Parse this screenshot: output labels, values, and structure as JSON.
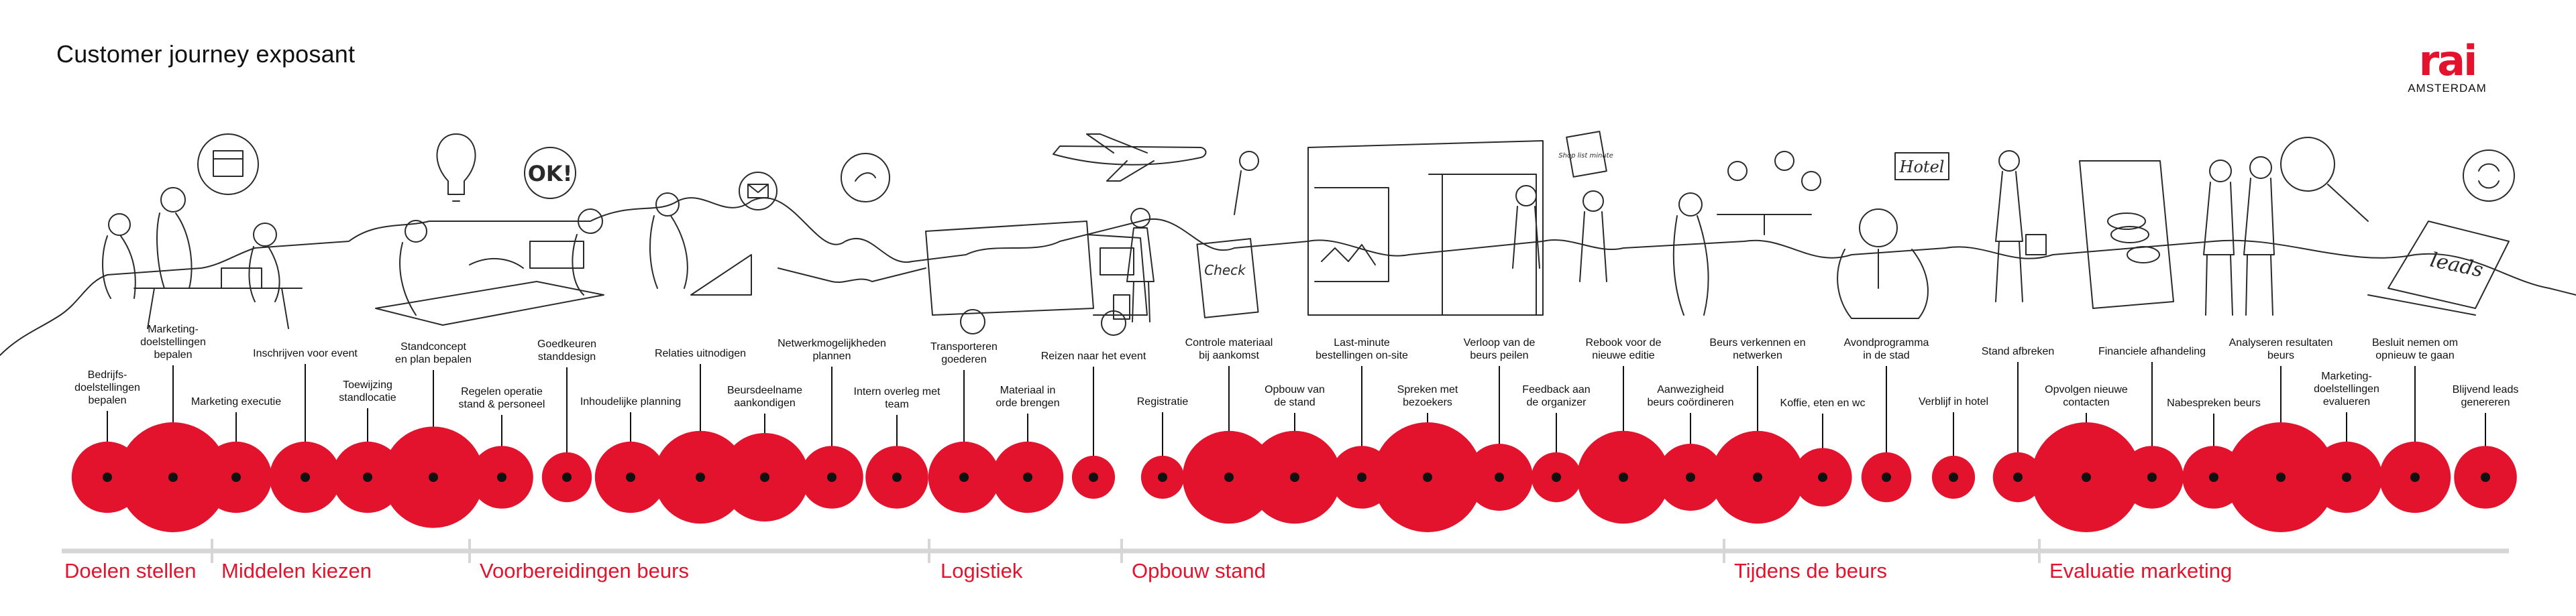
{
  "title": "Customer journey exposant",
  "logo": {
    "wordmark": "rai",
    "subtitle": "AMSTERDAM"
  },
  "colors": {
    "accent": "#e3132d",
    "axis": "#d6d6d6",
    "ink": "#111111",
    "line_art": "#2a2a2a"
  },
  "phases": [
    {
      "label": "Doelen stellen"
    },
    {
      "label": "Middelen kiezen"
    },
    {
      "label": "Voorbereidingen beurs"
    },
    {
      "label": "Logistiek"
    },
    {
      "label": "Opbouw stand"
    },
    {
      "label": "Tijdens de beurs"
    },
    {
      "label": "Evaluatie marketing"
    }
  ],
  "steps": [
    {
      "label": "Bedrijfs-\ndoelstellingen\nbepalen",
      "weight": 0.55
    },
    {
      "label": "Marketing-\ndoelstellingen\nbepalen",
      "weight": 1.0
    },
    {
      "label": "Marketing executie",
      "weight": 0.55
    },
    {
      "label": "Inschrijven voor event",
      "weight": 0.55
    },
    {
      "label": "Toewijzing\nstandlocatie",
      "weight": 0.55
    },
    {
      "label": "Standconcept\nen plan bepalen",
      "weight": 0.9
    },
    {
      "label": "Regelen operatie\nstand & personeel",
      "weight": 0.45
    },
    {
      "label": "Goedkeuren\nstanddesign",
      "weight": 0.3
    },
    {
      "label": "Inhoudelijke planning",
      "weight": 0.55
    },
    {
      "label": "Relaties uitnodigen",
      "weight": 0.8
    },
    {
      "label": "Beursdeelname\naankondigen",
      "weight": 0.75
    },
    {
      "label": "Netwerkmogelijkheden\nplannen",
      "weight": 0.45
    },
    {
      "label": "Intern overleg met\nteam",
      "weight": 0.45
    },
    {
      "label": "Transporteren\ngoederen",
      "weight": 0.55
    },
    {
      "label": "Materiaal in\norde brengen",
      "weight": 0.55
    },
    {
      "label": "Reizen naar het event",
      "weight": 0.22
    },
    {
      "label": "Registratie",
      "weight": 0.22
    },
    {
      "label": "Controle materiaal\nbij aankomst",
      "weight": 0.8
    },
    {
      "label": "Opbouw van\nde stand",
      "weight": 0.8
    },
    {
      "label": "Last-minute\nbestellingen on-site",
      "weight": 0.45
    },
    {
      "label": "Spreken met\nbezoekers",
      "weight": 1.0
    },
    {
      "label": "Verloop van de\nbeurs peilen",
      "weight": 0.5
    },
    {
      "label": "Feedback aan\nde organizer",
      "weight": 0.3
    },
    {
      "label": "Rebook voor de\nnieuwe editie",
      "weight": 0.8
    },
    {
      "label": "Aanwezigheid\nbeurs coördineren",
      "weight": 0.5
    },
    {
      "label": "Beurs verkennen en\nnetwerken",
      "weight": 0.8
    },
    {
      "label": "Koffie, eten en wc",
      "weight": 0.4
    },
    {
      "label": "Avondprogramma\nin de stad",
      "weight": 0.3
    },
    {
      "label": "Verblijf in hotel",
      "weight": 0.22
    },
    {
      "label": "Stand afbreken",
      "weight": 0.3
    },
    {
      "label": "Opvolgen nieuwe\ncontacten",
      "weight": 1.0
    },
    {
      "label": "Financiele afhandeling",
      "weight": 0.45
    },
    {
      "label": "Nabespreken beurs",
      "weight": 0.45
    },
    {
      "label": "Analyseren resultaten\nbeurs",
      "weight": 1.0
    },
    {
      "label": "Marketing-\ndoelstellingen\nevalueren",
      "weight": 0.55
    },
    {
      "label": "Besluit nemen om\nopnieuw te gaan",
      "weight": 0.55
    },
    {
      "label": "Blijvend leads\ngenereren",
      "weight": 0.45
    }
  ],
  "illustration_text": {
    "ok_sign": "OK!",
    "checklist": "Check",
    "shopping_bag": "Shop list minute",
    "hotel_sign": "Hotel",
    "laptop_screen": "leads"
  }
}
